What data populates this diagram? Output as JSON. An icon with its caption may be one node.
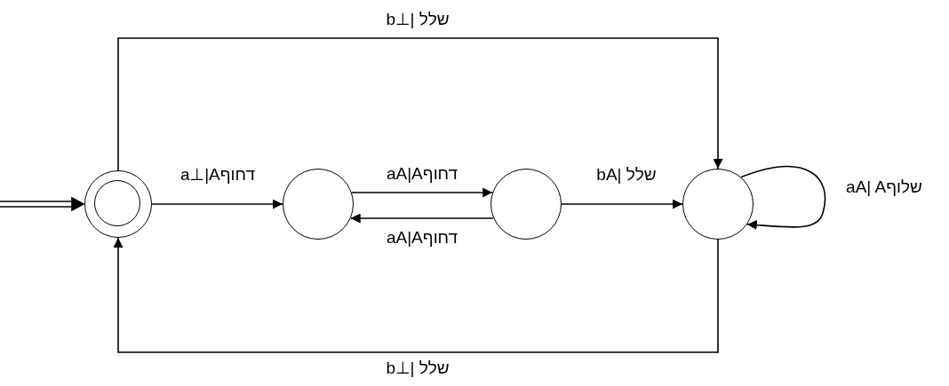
{
  "diagram": {
    "nodes": [
      {
        "text": [],
        "shape": "circle"
      },
      {
        "text": [],
        "shape": "circle"
      },
      {
        "text": [],
        "shape": "circle"
      },
      {
        "text": [],
        "shape": "circle"
      }
    ],
    "edges": [
      {
        "from": null,
        "to": 0,
        "arrow": "to"
      },
      {
        "from": 0,
        "to": 1,
        "arrow": "to",
        "label": "a⊥|Aדחוף"
      },
      {
        "from": 1,
        "to": 2,
        "arrow": "to",
        "label": "aA|Aדחוף"
      },
      {
        "from": 2,
        "to": 1,
        "arrow": "to",
        "label": "aA|Aדחוף"
      },
      {
        "from": 2,
        "to": 3,
        "arrow": "to",
        "label": "bA| שלל"
      },
      {
        "from": 3,
        "to": 3,
        "arrow": "to",
        "label": "aA| Aשלוף"
      },
      {
        "from": 0,
        "to": 3,
        "arrow": "to",
        "label": "b⊥| שלל"
      },
      {
        "from": 3,
        "to": 0,
        "arrow": "to",
        "label": "b⊥| שלל"
      }
    ]
  }
}
